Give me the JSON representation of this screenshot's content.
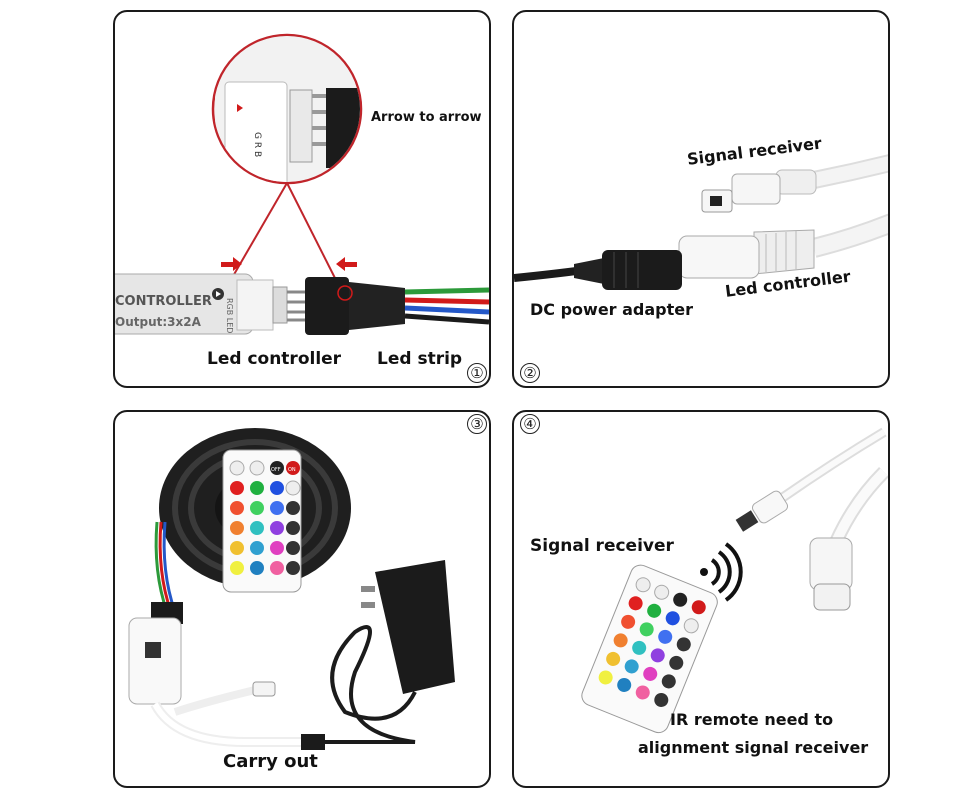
{
  "panels": [
    {
      "number": "①",
      "labels": {
        "arrow": "Arrow to arrow",
        "controller": "Led controller",
        "strip": "Led strip",
        "box_line1": "CONTROLLER",
        "box_line2": "Output:3x2A",
        "plug_tag": "RGB LED",
        "pins": "G R B"
      }
    },
    {
      "number": "②",
      "labels": {
        "signal": "Signal receiver",
        "controller": "Led controller",
        "dc": "DC power adapter"
      }
    },
    {
      "number": "③",
      "labels": {
        "carry": "Carry out",
        "off": "OFF",
        "on": "ON"
      }
    },
    {
      "number": "④",
      "labels": {
        "signal": "Signal receiver",
        "ir_line1": "IR remote need to",
        "ir_line2": "alignment signal receiver"
      }
    }
  ],
  "colors": {
    "border": "#1a1a1a",
    "accent_red": "#d11a1a",
    "cable_white": "#f2f2f2",
    "plug_black": "#1b1b1b"
  }
}
